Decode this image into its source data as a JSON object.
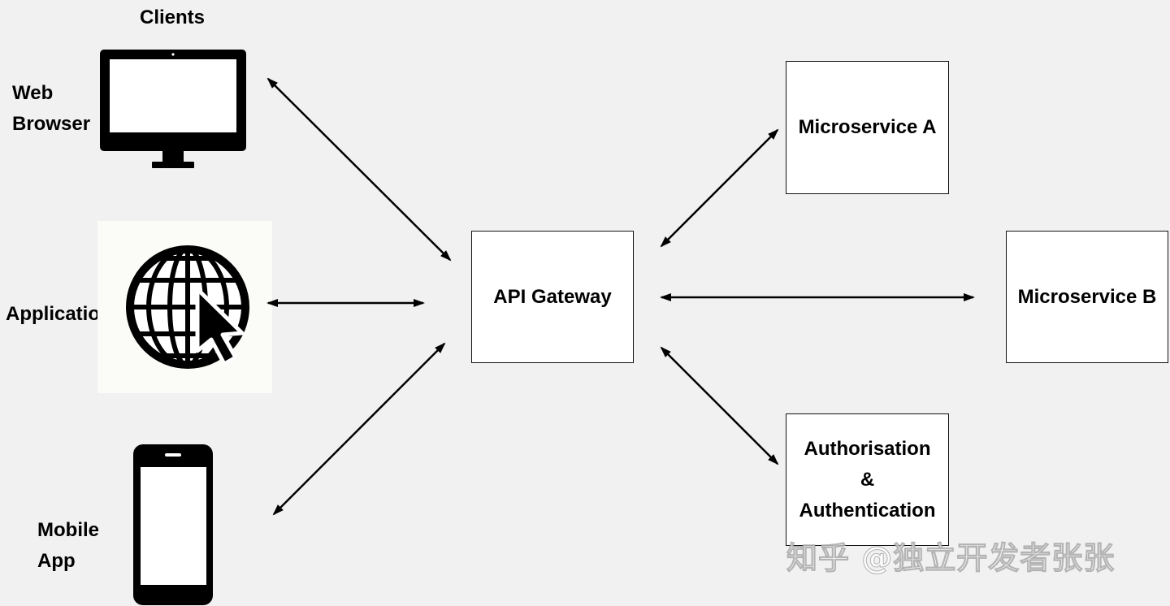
{
  "clients": {
    "title": "Clients",
    "web_browser": {
      "line1": "Web",
      "line2": "Browser"
    },
    "application": {
      "label": "Application"
    },
    "mobile_app": {
      "line1": "Mobile",
      "line2": "App"
    }
  },
  "gateway": {
    "label": "API Gateway"
  },
  "services": {
    "microservice_a": "Microservice A",
    "microservice_b": "Microservice B",
    "auth": {
      "line1": "Authorisation",
      "line2": "&",
      "line3": "Authentication"
    }
  },
  "icons": [
    "monitor-icon",
    "globe-cursor-icon",
    "smartphone-icon",
    "double-arrow-icon"
  ],
  "colors": {
    "background": "#f1f1f1",
    "line": "#000000",
    "box_fill": "#ffffff"
  },
  "watermark": "知乎 @独立开发者张张"
}
